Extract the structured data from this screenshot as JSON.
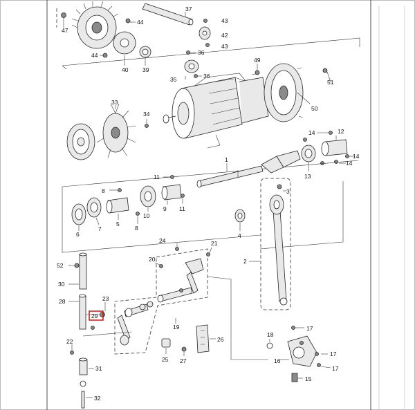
{
  "callouts": [
    {
      "id": "c1",
      "text": "1"
    },
    {
      "id": "c2",
      "text": "2"
    },
    {
      "id": "c3",
      "text": "3"
    },
    {
      "id": "c4",
      "text": "4"
    },
    {
      "id": "c5",
      "text": "5"
    },
    {
      "id": "c6",
      "text": "6"
    },
    {
      "id": "c7",
      "text": "7"
    },
    {
      "id": "c8a",
      "text": "8"
    },
    {
      "id": "c8b",
      "text": "8"
    },
    {
      "id": "c9",
      "text": "9"
    },
    {
      "id": "c10",
      "text": "10"
    },
    {
      "id": "c11a",
      "text": "11"
    },
    {
      "id": "c11b",
      "text": "11"
    },
    {
      "id": "c12",
      "text": "12"
    },
    {
      "id": "c13",
      "text": "13"
    },
    {
      "id": "c14a",
      "text": "14"
    },
    {
      "id": "c14b",
      "text": "14"
    },
    {
      "id": "c14c",
      "text": "14"
    },
    {
      "id": "c15",
      "text": "15"
    },
    {
      "id": "c16",
      "text": "16"
    },
    {
      "id": "c17a",
      "text": "17"
    },
    {
      "id": "c17b",
      "text": "17"
    },
    {
      "id": "c17c",
      "text": "17"
    },
    {
      "id": "c18",
      "text": "18"
    },
    {
      "id": "c19",
      "text": "19"
    },
    {
      "id": "c20",
      "text": "20"
    },
    {
      "id": "c21",
      "text": "21"
    },
    {
      "id": "c22",
      "text": "22"
    },
    {
      "id": "c23",
      "text": "23"
    },
    {
      "id": "c24",
      "text": "24"
    },
    {
      "id": "c25",
      "text": "25"
    },
    {
      "id": "c26",
      "text": "26"
    },
    {
      "id": "c27",
      "text": "27"
    },
    {
      "id": "c28",
      "text": "28"
    },
    {
      "id": "c29",
      "text": "29"
    },
    {
      "id": "c30",
      "text": "30"
    },
    {
      "id": "c31",
      "text": "31"
    },
    {
      "id": "c32",
      "text": "32"
    },
    {
      "id": "c33",
      "text": "33"
    },
    {
      "id": "c34",
      "text": "34"
    },
    {
      "id": "c35",
      "text": "35"
    },
    {
      "id": "c36a",
      "text": "36"
    },
    {
      "id": "c36b",
      "text": "36"
    },
    {
      "id": "c37",
      "text": "37"
    },
    {
      "id": "c39",
      "text": "39"
    },
    {
      "id": "c40",
      "text": "40"
    },
    {
      "id": "c42",
      "text": "42"
    },
    {
      "id": "c43a",
      "text": "43"
    },
    {
      "id": "c43b",
      "text": "43"
    },
    {
      "id": "c44a",
      "text": "44"
    },
    {
      "id": "c44b",
      "text": "44"
    },
    {
      "id": "c47",
      "text": "47"
    },
    {
      "id": "c49",
      "text": "49"
    },
    {
      "id": "c50",
      "text": "50"
    },
    {
      "id": "c51",
      "text": "51"
    },
    {
      "id": "c52",
      "text": "52"
    }
  ],
  "highlight": {
    "part": "29",
    "color": "#d00000"
  }
}
